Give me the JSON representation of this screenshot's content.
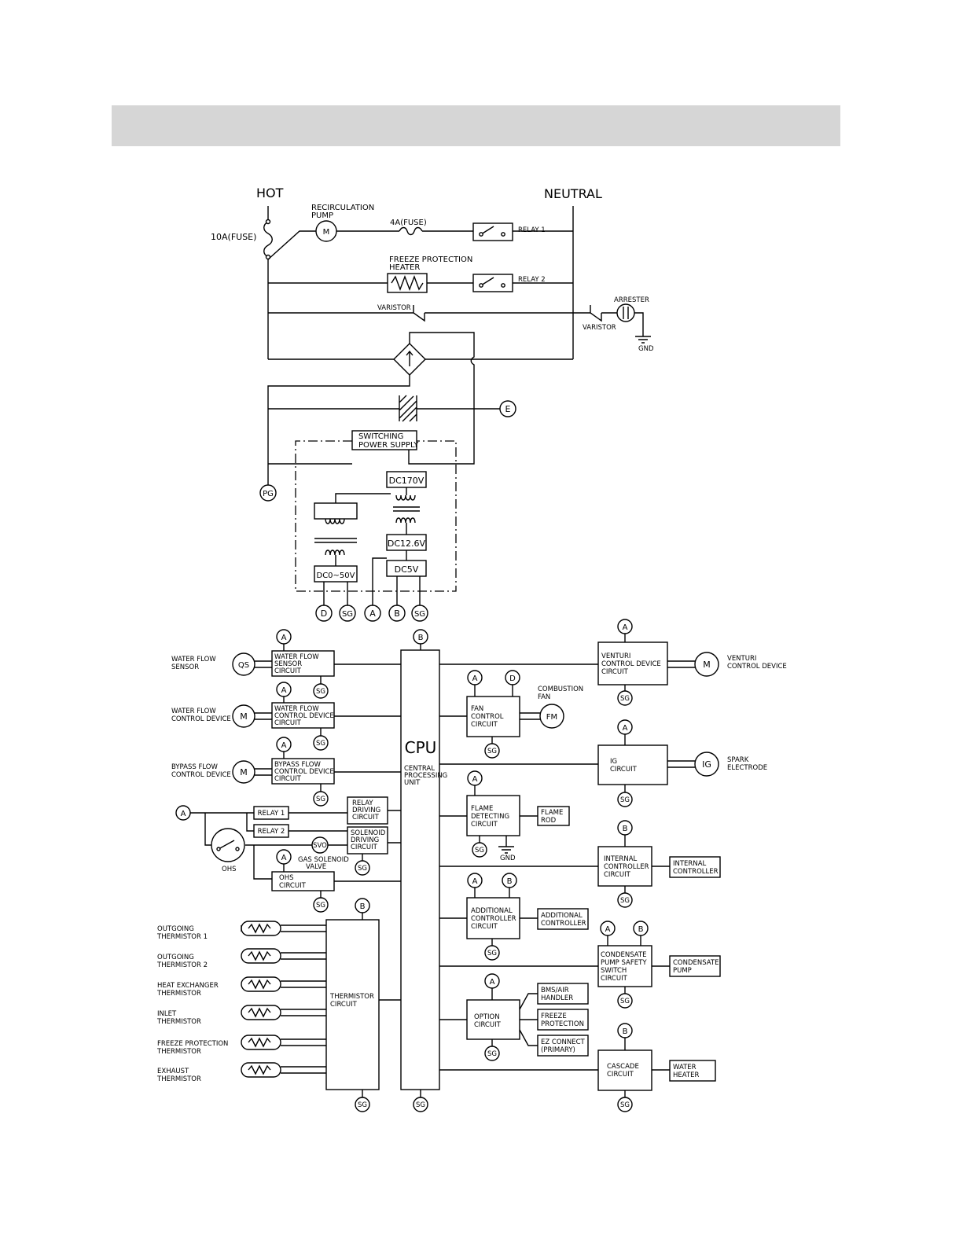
{
  "supply": {
    "hot": "HOT",
    "neutral": "NEUTRAL",
    "fuse_10a": "10A(FUSE)",
    "recirc_pump": [
      "RECIRCULATION",
      "PUMP"
    ],
    "motor": "M",
    "fuse_4a": "4A(FUSE)",
    "relay1": "RELAY 1",
    "freeze_heater": [
      "FREEZE PROTECTION",
      "HEATER"
    ],
    "relay2": "RELAY 2",
    "varistor": "VARISTOR",
    "arrester": "ARRESTER",
    "gnd": "GND",
    "e": "E",
    "pg": "PG",
    "smps": [
      "SWITCHING",
      "POWER SUPPLY"
    ],
    "dc170": "DC170V",
    "dc126": "DC12.6V",
    "dc5": "DC5V",
    "dc050": "DC0~50V",
    "rails": [
      "D",
      "SG",
      "A",
      "B",
      "SG"
    ]
  },
  "cpu": {
    "label": "CPU",
    "sub": [
      "CENTRAL",
      "PROCESSING",
      "UNIT"
    ]
  },
  "nodes": {
    "a": "A",
    "b": "B",
    "d": "D",
    "sg": "SG"
  },
  "left": {
    "wf_sensor": {
      "label": [
        "WATER FLOW",
        "SENSOR"
      ],
      "sym": "QS",
      "box": [
        "WATER FLOW",
        "SENSOR",
        "CIRCUIT"
      ]
    },
    "wf_control": {
      "label": [
        "WATER FLOW",
        "CONTROL DEVICE"
      ],
      "sym": "M",
      "box": [
        "WATER FLOW",
        "CONTROL DEVICE",
        "CIRCUIT"
      ]
    },
    "bypass": {
      "label": [
        "BYPASS FLOW",
        "CONTROL DEVICE"
      ],
      "sym": "M",
      "box": [
        "BYPASS FLOW",
        "CONTROL DEVICE",
        "CIRCUIT"
      ]
    },
    "relay1": "RELAY 1",
    "relay2": "RELAY 2",
    "relay_driving": [
      "RELAY",
      "DRIVING",
      "CIRCUIT"
    ],
    "solenoid_driving": [
      "SOLENOID",
      "DRIVING",
      "CIRCUIT"
    ],
    "svo": "SVO",
    "gas_solenoid": [
      "GAS SOLENOID",
      "VALVE"
    ],
    "ohs": "OHS",
    "ohs_circuit": [
      "OHS",
      "CIRCUIT"
    ],
    "thermistor_circuit": [
      "THERMISTOR",
      "CIRCUIT"
    ],
    "thermistors": [
      [
        "OUTGOING",
        "THERMISTOR 1"
      ],
      [
        "OUTGOING",
        "THERMISTOR 2"
      ],
      [
        "HEAT EXCHANGER",
        "THERMISTOR"
      ],
      [
        "INLET",
        "THERMISTOR"
      ],
      [
        "FREEZE PROTECTION",
        "THERMISTOR"
      ],
      [
        "EXHAUST",
        "THERMISTOR"
      ]
    ]
  },
  "middle": {
    "fan": {
      "box": [
        "FAN",
        "CONTROL",
        "CIRCUIT"
      ],
      "label": [
        "COMBUSTION",
        "FAN"
      ],
      "sym": "FM"
    },
    "flame": {
      "box": [
        "FLAME",
        "DETECTING",
        "CIRCUIT"
      ],
      "rod": [
        "FLAME",
        "ROD"
      ],
      "gnd": "GND"
    },
    "additional": {
      "box": [
        "ADDITIONAL",
        "CONTROLLER",
        "CIRCUIT"
      ],
      "out": [
        "ADDITIONAL",
        "CONTROLLER"
      ]
    },
    "option": {
      "box": [
        "OPTION",
        "CIRCUIT"
      ],
      "outs": [
        [
          "BMS/AIR",
          "HANDLER"
        ],
        [
          "FREEZE",
          "PROTECTION"
        ],
        [
          "EZ CONNECT",
          "(PRIMARY)"
        ]
      ]
    }
  },
  "right": {
    "venturi": {
      "box": [
        "VENTURI",
        "CONTROL DEVICE",
        "CIRCUIT"
      ],
      "sym": "M",
      "label": [
        "VENTURI",
        "CONTROL DEVICE"
      ]
    },
    "ig": {
      "box": [
        "IG",
        "CIRCUIT"
      ],
      "sym": "IG",
      "label": [
        "SPARK",
        "ELECTRODE"
      ]
    },
    "internal": {
      "box": [
        "INTERNAL",
        "CONTROLLER",
        "CIRCUIT"
      ],
      "out": [
        "INTERNAL",
        "CONTROLLER"
      ]
    },
    "condensate": {
      "box": [
        "CONDENSATE",
        "PUMP SAFETY",
        "SWITCH",
        "CIRCUIT"
      ],
      "out": [
        "CONDENSATE",
        "PUMP"
      ]
    },
    "cascade": {
      "box": [
        "CASCADE",
        "CIRCUIT"
      ],
      "out": [
        "WATER",
        "HEATER"
      ]
    }
  }
}
